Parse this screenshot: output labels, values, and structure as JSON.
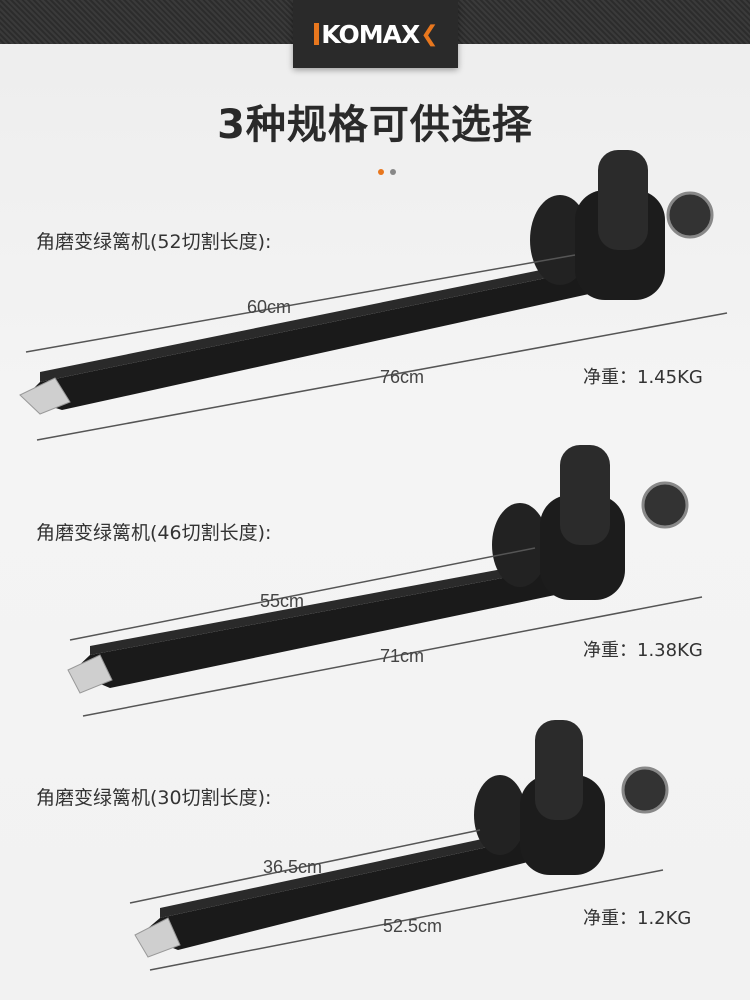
{
  "brand": {
    "name": "KOMAX"
  },
  "title": "3种规格可供选择",
  "colors": {
    "accent": "#e8771e",
    "dark": "#2a2a2a"
  },
  "products": [
    {
      "label": "角磨变绿篱机(52切割长度):",
      "cut_length": "60cm",
      "total_length": "76cm",
      "weight": "净重：1.45KG"
    },
    {
      "label": "角磨变绿篱机(46切割长度):",
      "cut_length": "55cm",
      "total_length": "71cm",
      "weight": "净重：1.38KG"
    },
    {
      "label": "角磨变绿篱机(30切割长度):",
      "cut_length": "36.5cm",
      "total_length": "52.5cm",
      "weight": "净重：1.2KG"
    }
  ]
}
